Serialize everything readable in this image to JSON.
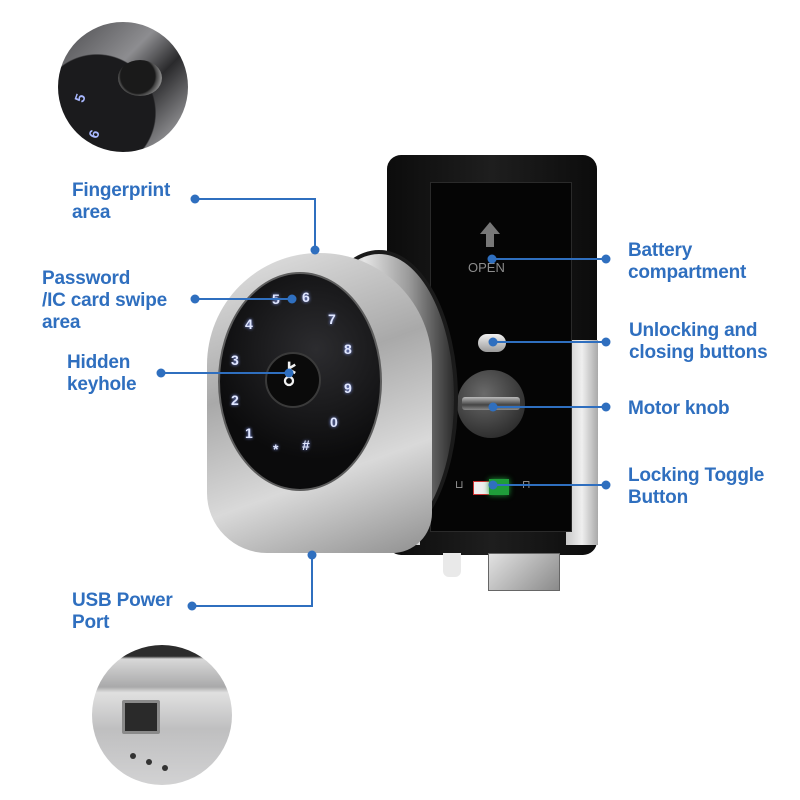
{
  "colors": {
    "accent": "#2f6fbf",
    "keypad_glow": "#dfe6ff",
    "toggle_green": "#1f9d3a"
  },
  "callouts": {
    "fingerprint": "Fingerprint area",
    "password": "Password /IC card swipe area",
    "keyhole": "Hidden keyhole",
    "usb": "USB Power Port",
    "battery": "Battery compartment",
    "buttons": "Unlocking and closing buttons",
    "motor": "Motor knob",
    "toggle": "Locking Toggle Button"
  },
  "labels": {
    "fingerprint": [
      "Fingerprint",
      "area"
    ],
    "password": [
      "Password",
      "/IC card swipe",
      "area"
    ],
    "keyhole": [
      "Hidden",
      "keyhole"
    ],
    "usb": [
      "USB Power",
      "Port"
    ],
    "battery": [
      "Battery",
      "compartment"
    ],
    "buttons": [
      "Unlocking and",
      "closing buttons"
    ],
    "motor": [
      "Motor knob"
    ],
    "toggle": [
      "Locking Toggle",
      "Button"
    ]
  },
  "device": {
    "open_label": "OPEN",
    "keypad_keys": [
      "1",
      "2",
      "3",
      "4",
      "5",
      "6",
      "7",
      "8",
      "9",
      "0",
      "*",
      "#"
    ],
    "inset_fp_numbers": [
      "5",
      "6"
    ],
    "keyhole_icon": "key-icon",
    "arrow_icon": "arrow-up-icon"
  }
}
